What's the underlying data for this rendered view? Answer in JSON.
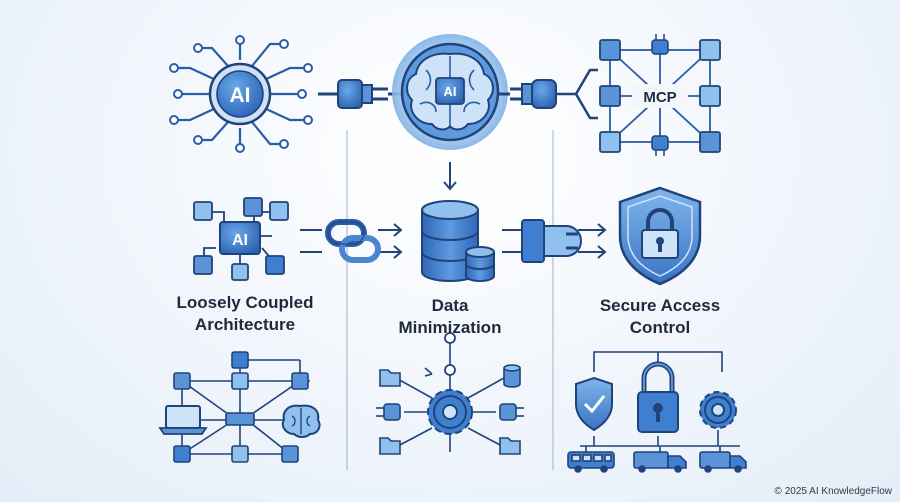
{
  "diagram": {
    "hub_label": "AI",
    "brain_label": "AI",
    "mcp_label": "MCP",
    "small_ai_label": "AI",
    "sections": {
      "left": {
        "line1": "Loosely Coupled",
        "line2": "Architecture"
      },
      "middle": {
        "line1": "Data",
        "line2": "Minimization"
      },
      "right": {
        "line1": "Secure Access",
        "line2": "Control"
      }
    }
  },
  "footer": {
    "copyright": "© 2025 AI KnowledgeFlow"
  },
  "colors": {
    "primary": "#3f7fcf",
    "light": "#8fc0ee",
    "dark": "#1f4f94",
    "outline": "#20437a",
    "text": "#1f2a3c"
  },
  "icons": [
    "ai-chip-icon",
    "plug-icon",
    "brain-chip-icon",
    "mcp-network-icon",
    "down-arrow-icon",
    "ai-node-icon",
    "chain-link-icon",
    "database-icon",
    "connector-icon",
    "shield-lock-icon",
    "network-hub-icon",
    "laptop-icon",
    "brain-icon",
    "gear-icon",
    "folder-icon",
    "shield-check-icon",
    "padlock-icon",
    "bus-icon",
    "truck-icon"
  ]
}
